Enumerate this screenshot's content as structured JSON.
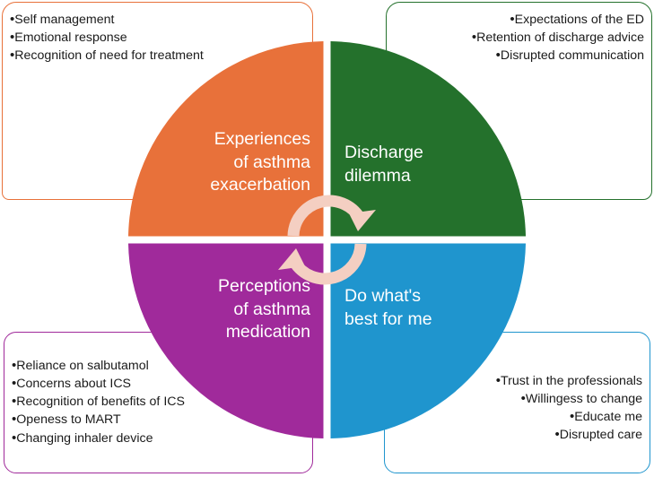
{
  "figure": {
    "type": "four-quadrant-cycle-diagram",
    "arrow_color": "#F4CFC2",
    "divider_color": "#FFFFFF"
  },
  "quadrants": [
    {
      "id": "top-left",
      "label": "Experiences\nof asthma\nexacerbation",
      "label_lines": [
        "Experiences",
        "of asthma",
        "exacerbation"
      ],
      "color": "#E8713A",
      "callout_align": "left",
      "items": [
        "Self management",
        "Emotional response",
        "Recognition of need for treatment"
      ]
    },
    {
      "id": "top-right",
      "label": "Discharge\ndilemma",
      "label_lines": [
        "Discharge",
        "dilemma"
      ],
      "color": "#24712C",
      "callout_align": "right",
      "items": [
        "Expectations of the ED",
        "Retention of discharge advice",
        "Disrupted communication"
      ]
    },
    {
      "id": "bottom-left",
      "label": "Perceptions\nof asthma\nmedication",
      "label_lines": [
        "Perceptions",
        "of asthma",
        "medication"
      ],
      "color": "#A02A9B",
      "callout_align": "left",
      "items": [
        "Reliance on salbutamol",
        "Concerns about ICS",
        "Recognition of benefits of ICS",
        "Openess to MART",
        "Changing inhaler device"
      ]
    },
    {
      "id": "bottom-right",
      "label": "Do what's\nbest for me",
      "label_lines": [
        "Do what's",
        "best for me"
      ],
      "color": "#1F95CE",
      "callout_align": "right",
      "items": [
        "Trust in the professionals",
        "Willingess to change",
        "Educate me",
        "Disrupted care"
      ]
    }
  ],
  "labels": {
    "tl_line1": "Experiences",
    "tl_line2": "of asthma",
    "tl_line3": "exacerbation",
    "tr_line1": "Discharge",
    "tr_line2": "dilemma",
    "bl_line1": "Perceptions",
    "bl_line2": "of asthma",
    "bl_line3": "medication",
    "br_line1": "Do what's",
    "br_line2": "best for me"
  },
  "bullets": {
    "tl": [
      "Self management",
      "Emotional response",
      "Recognition of need for treatment"
    ],
    "tr": [
      "Expectations of the ED",
      "Retention of discharge advice",
      "Disrupted communication"
    ],
    "bl": [
      "Reliance on salbutamol",
      "Concerns about ICS",
      "Recognition of benefits of ICS",
      "Openess to MART",
      "Changing inhaler device"
    ],
    "br": [
      "Trust in the professionals",
      "Willingess to change",
      "Educate me",
      "Disrupted care"
    ]
  },
  "bullet_glyph": "•"
}
